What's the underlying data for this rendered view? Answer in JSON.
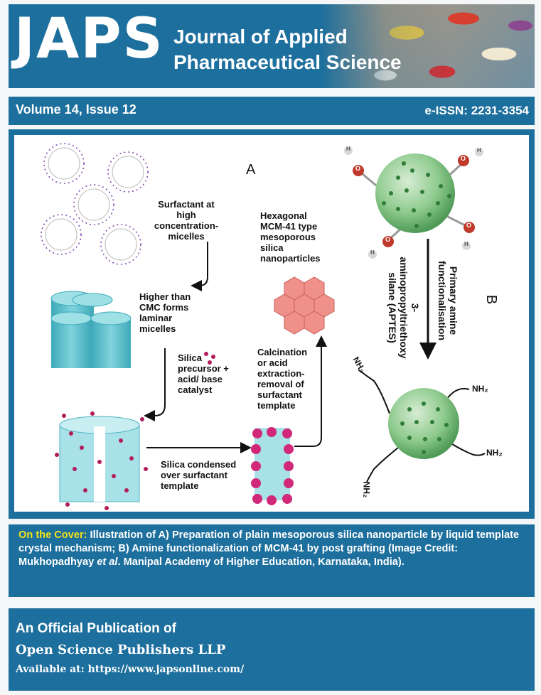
{
  "header": {
    "logo": "JAPS",
    "title_line1": "Journal of Applied",
    "title_line2": "Pharmaceutical Science",
    "volume": "Volume 14, Issue 12",
    "eissn": "e-ISSN: 2231-3354"
  },
  "figure": {
    "panel_a": "A",
    "panel_b": "B",
    "labels": {
      "micelles": "Surfactant at high concentration-micelles",
      "laminar": "Higher than CMC forms laminar micelles",
      "precursor": "Silica precursor + acid/ base catalyst",
      "condensed": "Silica condensed over surfactant template",
      "calcination": "Calcination or acid extraction-removal of surfactant template",
      "hexagonal": "Hexagonal MCM-41 type mesoporous silica nanoparticles",
      "primary_amine": "Primary amine functionalisation",
      "aptes": "3-aminopropyltriethoxy silane (APTES)"
    },
    "atoms": {
      "o": "O",
      "h": "H"
    },
    "nh2": "NH₂"
  },
  "caption": {
    "lead": "On the Cover:",
    "text": " Illustration of A) Preparation of plain mesoporous silica nanoparticle by liquid template crystal mechanism; B) Amine functionalization of MCM-41 by post grafting (Image Credit: Mukhopadhyay ",
    "etal": "et al",
    "tail": ". Manipal Academy of Higher Education, Karnataka, India)."
  },
  "footer": {
    "line1": "An Official Publication of",
    "line2": "Open Science Publishers LLP",
    "line3": "Available at: https://www.japsonline.com/"
  },
  "colors": {
    "brand": "#1d6f9d",
    "highlight": "#f3e21a",
    "cyan": "#5fc6d3",
    "magenta": "#d2287a",
    "green": "#5fb064"
  }
}
